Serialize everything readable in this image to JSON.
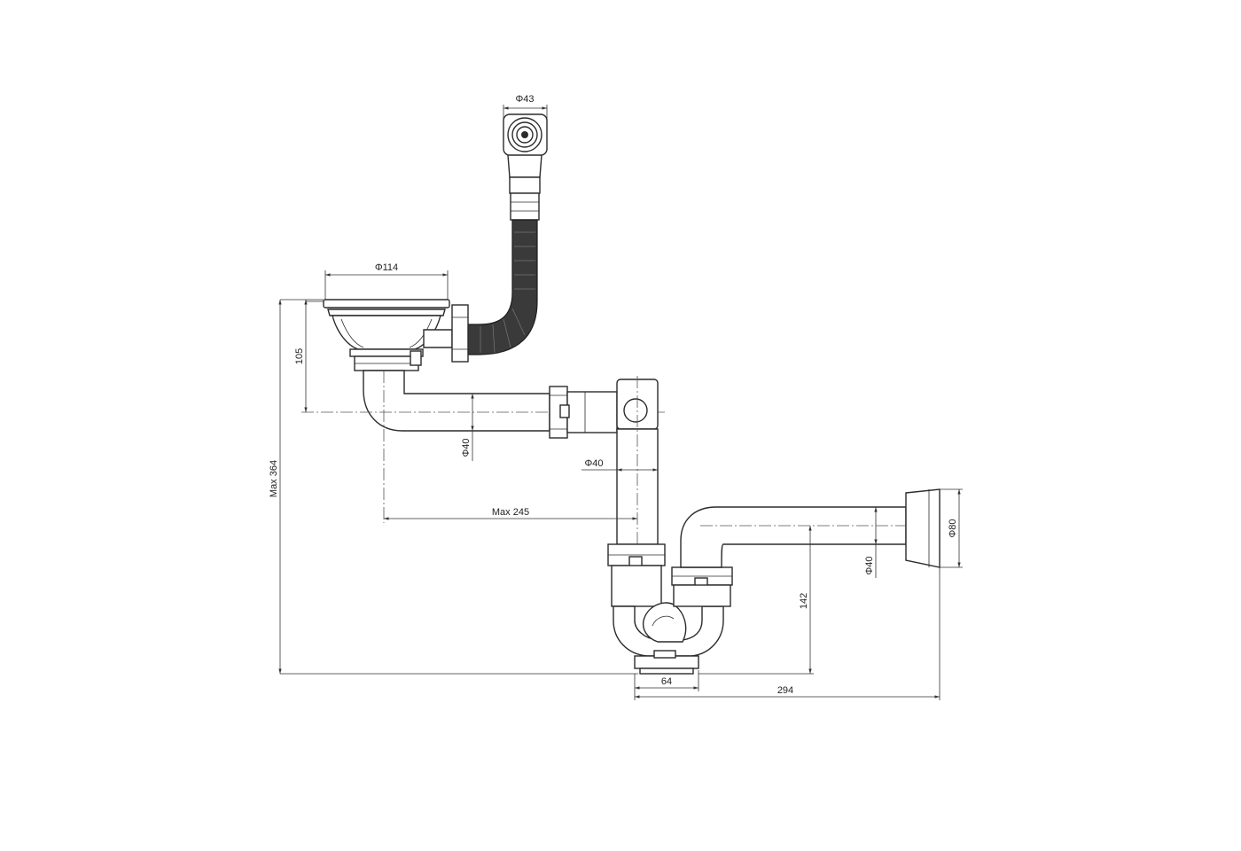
{
  "dimensions": {
    "d43": "Φ43",
    "d114": "Φ114",
    "h105": "105",
    "max364": "Max 364",
    "d40_vertical": "Φ40",
    "d40_horizontal": "Φ40",
    "max245": "Max 245",
    "d40_outlet": "Φ40",
    "d80": "Φ80",
    "h142": "142",
    "w64": "64",
    "w294": "294"
  },
  "colors": {
    "line": "#2b2b2b",
    "hose": "#3a3a3a",
    "background": "#ffffff"
  }
}
